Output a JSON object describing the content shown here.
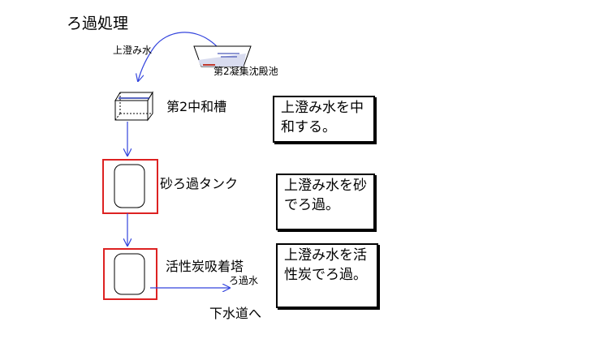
{
  "title": "ろ過処理",
  "labels": {
    "supernatant": "上澄み水",
    "basin2": "第2凝集沈殿池",
    "tank2": "第2中和槽",
    "sand_filter": "砂ろ過タンク",
    "carbon_tower": "活性炭吸着塔",
    "filtered_water": "ろ過水",
    "to_sewer": "下水道へ"
  },
  "notes": {
    "neutralize": "上澄み水を中和する。",
    "sand": "上澄み水を砂でろ過。",
    "carbon": "上澄み水を活性炭でろ過。"
  },
  "colors": {
    "flow_arrow": "#3344dd",
    "filter_box": "#dd2222",
    "water": "#2233aa",
    "basin_tint": "#c0392b"
  }
}
